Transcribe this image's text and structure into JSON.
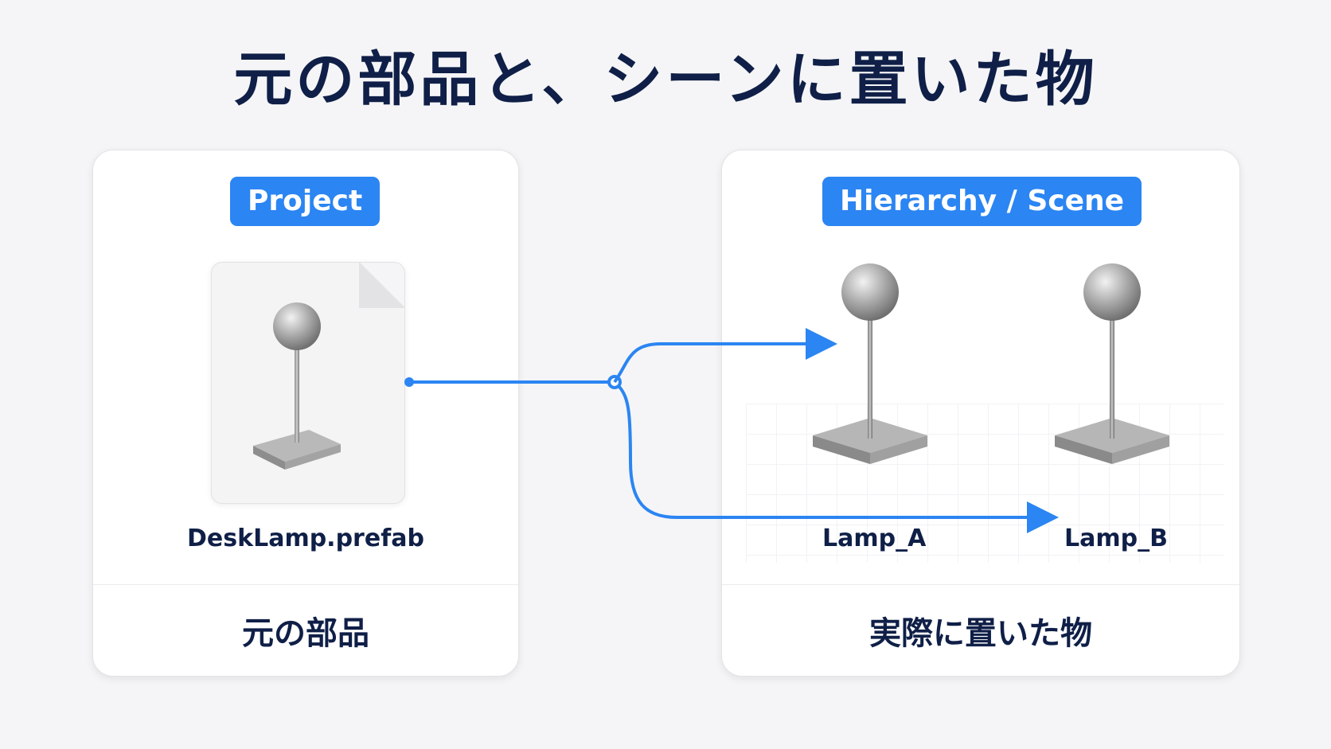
{
  "title": "元の部品と、シーンに置いた物",
  "left_panel": {
    "badge": "Project",
    "file_name": "DeskLamp.prefab",
    "caption": "元の部品"
  },
  "right_panel": {
    "badge": "Hierarchy / Scene",
    "instances": [
      {
        "label": "Lamp_A"
      },
      {
        "label": "Lamp_B"
      }
    ],
    "caption": "実際に置いた物"
  },
  "colors": {
    "accent": "#2b85f2",
    "title_text": "#0f1f47",
    "background": "#f5f5f7"
  },
  "icons": [
    "file-icon",
    "desk-lamp-icon"
  ]
}
